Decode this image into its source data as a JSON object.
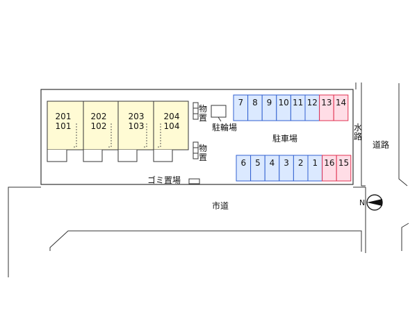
{
  "units": {
    "row_top": [
      "201",
      "202",
      "203",
      "204"
    ],
    "row_bottom": [
      "101",
      "102",
      "103",
      "104"
    ],
    "fill_color": "#fffbd4"
  },
  "storage": {
    "chars": [
      "物",
      "置"
    ]
  },
  "bicycle_parking": "駐輪場",
  "parking": {
    "label": "駐車場",
    "top_row": [
      "7",
      "8",
      "9",
      "10",
      "11",
      "12",
      "13",
      "14"
    ],
    "bottom_row": [
      "6",
      "5",
      "4",
      "3",
      "2",
      "1",
      "16",
      "15"
    ],
    "top_red_count": 2,
    "bottom_red_count": 2,
    "blue_fill": "#dbe9ff",
    "blue_stroke": "#3060d0",
    "red_fill": "#ffdde6",
    "red_stroke": "#e03050"
  },
  "garbage": "ゴミ置場",
  "canal": [
    "水",
    "路"
  ],
  "road_right": "道路",
  "road_bottom": "市道",
  "north": {
    "letter": "N",
    "icon": "north-arrow-icon"
  }
}
